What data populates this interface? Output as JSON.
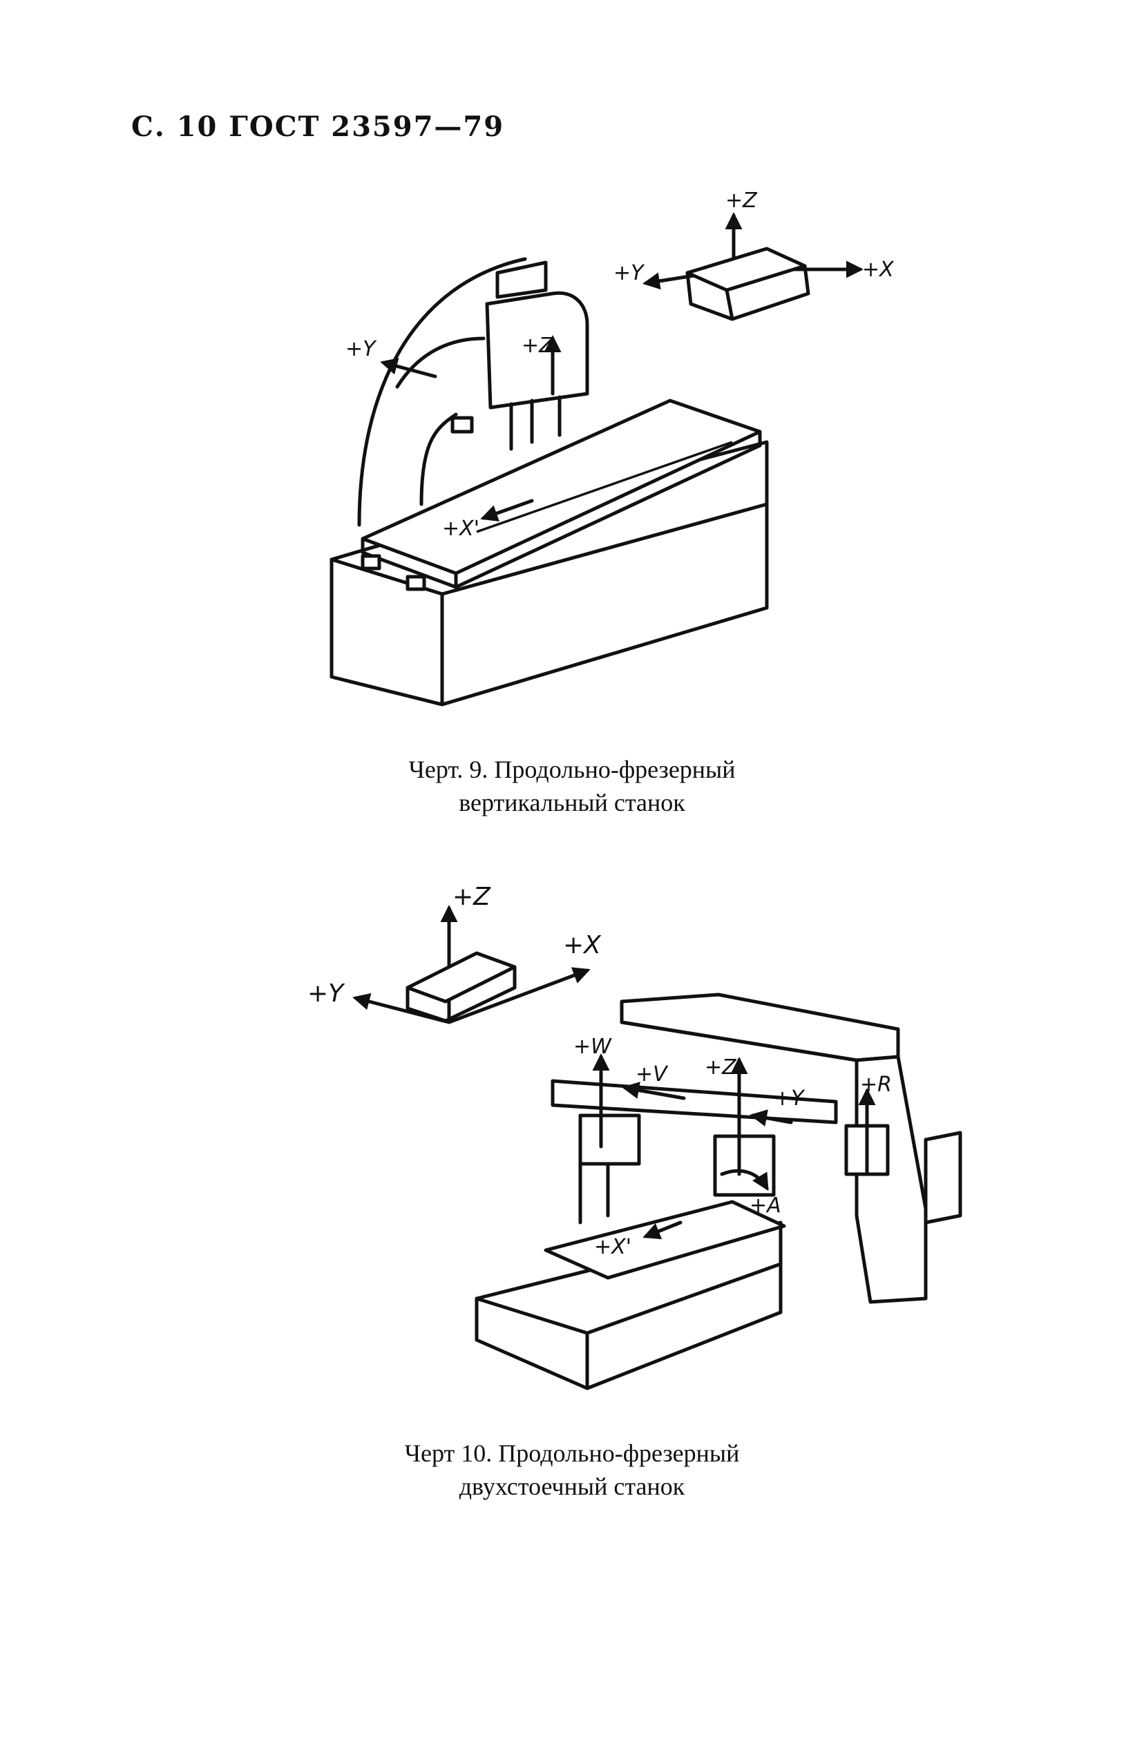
{
  "header": {
    "page_ref": "С. 10 ГОСТ 23597—79"
  },
  "figure9": {
    "caption_line1": "Черт. 9. Продольно-фрезерный",
    "caption_line2": "вертикальный станок",
    "labels": {
      "z": "+Z",
      "y": "+Y",
      "x": "+X",
      "z_head": "+Z",
      "y_arm": "+Y",
      "x_table": "+X'"
    }
  },
  "figure10": {
    "caption_line1": "Черт 10. Продольно-фрезерный",
    "caption_line2": "двухстоечный станок",
    "labels": {
      "z": "+Z",
      "x": "+X",
      "y": "+Y",
      "w": "+W",
      "v": "+V",
      "z_head": "+Z",
      "y_head": "+Y",
      "r": "+R",
      "a": "+A",
      "x_table": "+X'"
    }
  }
}
